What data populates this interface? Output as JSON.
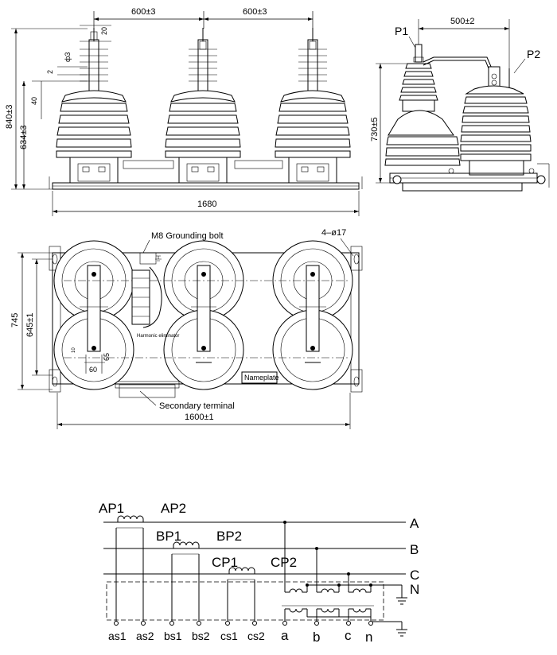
{
  "front_view": {
    "dim_pitch_left": "600±3",
    "dim_pitch_right": "600±3",
    "dim_top": "20",
    "dim_phi": "ф3",
    "dim_small_2": "2",
    "dim_small_40": "40",
    "dim_height_total": "840±3",
    "dim_height_base": "634±3",
    "dim_length": "1680"
  },
  "side_view": {
    "p1": "P1",
    "p2": "P2",
    "dim_width": "500±2",
    "dim_height": "730±5"
  },
  "plan_view": {
    "grounding_bolt": "M8 Grounding bolt",
    "holes": "4–ø17",
    "dim_depth": "745",
    "dim_depth_inner": "645±1",
    "harmonic": "Harmonic eliminator",
    "dim_10": "10",
    "dim_65": "65",
    "dim_60": "60",
    "nameplate": "Nameplate",
    "secondary": "Secondary terminal",
    "dim_width": "1600±1"
  },
  "schematic": {
    "primary_labels": [
      "AP1",
      "AP2",
      "BP1",
      "BP2",
      "CP1",
      "CP2"
    ],
    "bus_labels": [
      "A",
      "B",
      "C",
      "N"
    ],
    "terminal_labels": [
      "as1",
      "as2",
      "bs1",
      "bs2",
      "cs1",
      "cs2",
      "a",
      "b",
      "c",
      "n"
    ]
  }
}
